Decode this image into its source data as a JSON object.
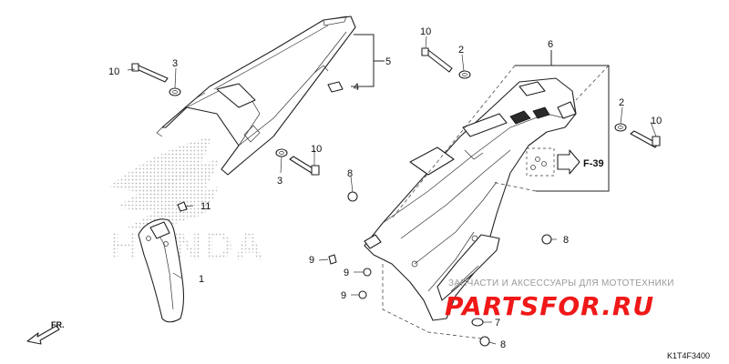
{
  "diagram_code": "K1T4F3400",
  "ref_tag": "F-39",
  "direction": "FR.",
  "brand_watermark": "HONDA",
  "watermark": {
    "tagline": "ЗАПЧАСТИ И АКСЕССУАРЫ ДЛЯ МОТОТЕХНИКИ",
    "logo": "PARTSFOR.RU"
  },
  "callouts": [
    "1",
    "2",
    "2",
    "3",
    "3",
    "4",
    "5",
    "6",
    "7",
    "8",
    "8",
    "8",
    "9",
    "9",
    "9",
    "10",
    "10",
    "10",
    "10",
    "11"
  ],
  "colors": {
    "watermark_red": "#f01818",
    "line": "#222222"
  }
}
